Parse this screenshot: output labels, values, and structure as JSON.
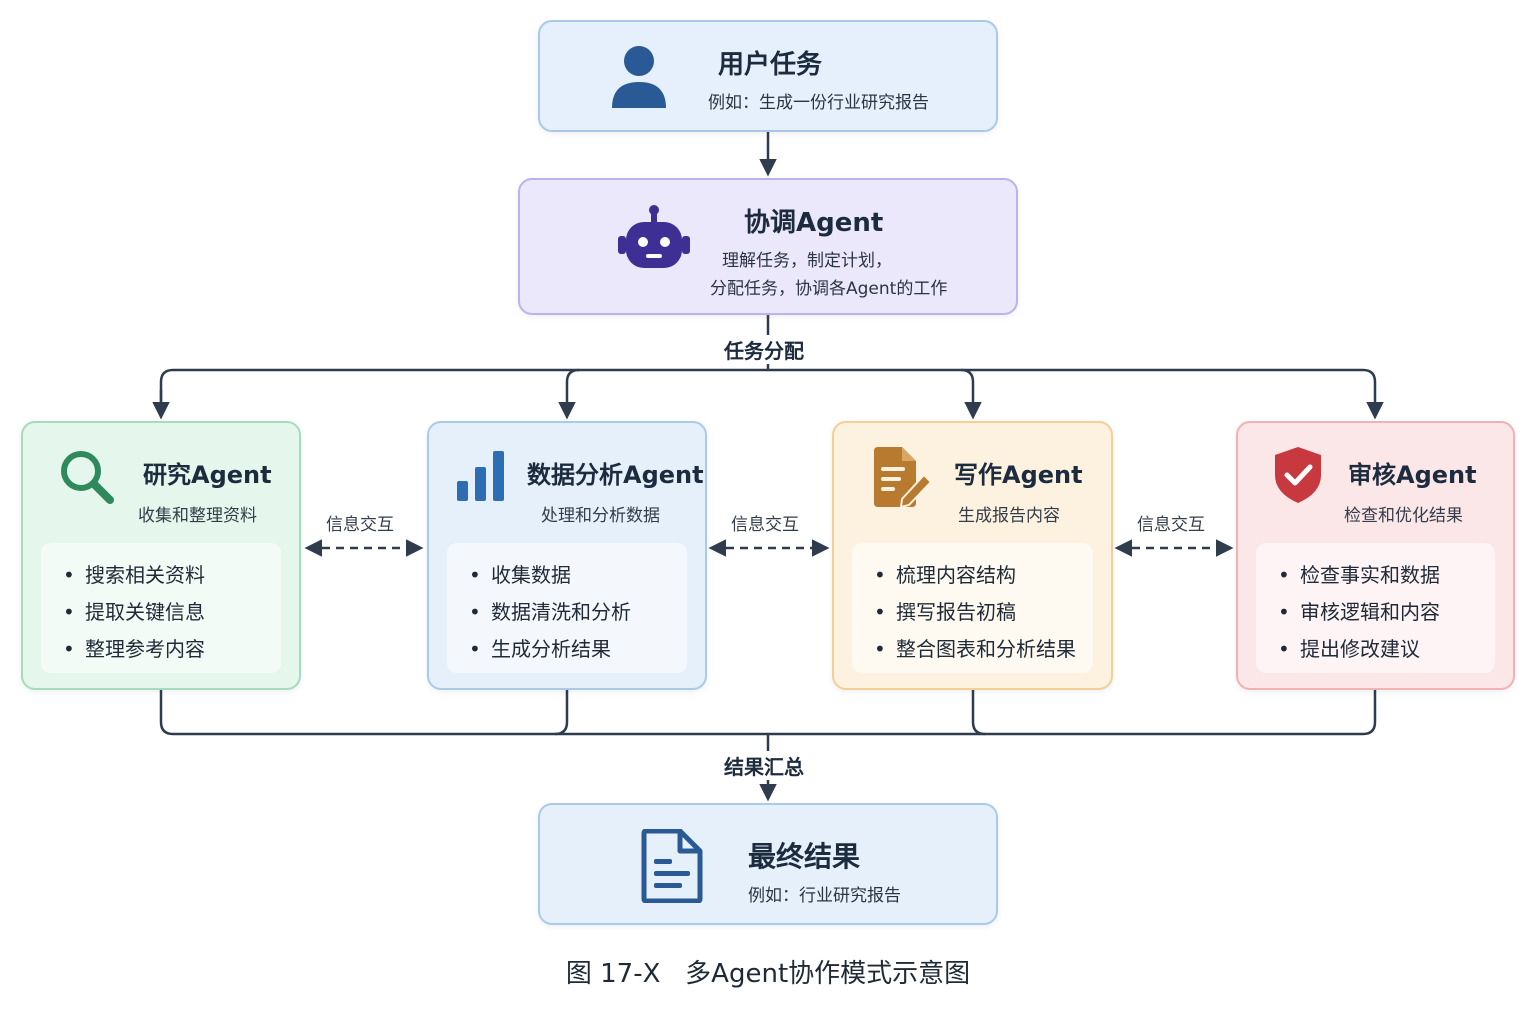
{
  "user_task": {
    "title": "用户任务",
    "subtitle": "例如：生成一份行业研究报告",
    "icon": "user-icon"
  },
  "coordinator": {
    "title": "协调Agent",
    "line1": "理解任务，制定计划，",
    "line2": "分配任务，协调各Agent的工作",
    "icon": "robot-icon"
  },
  "dispatch_label": "任务分配",
  "exchange_label": "信息交互",
  "agents": [
    {
      "title": "研究Agent",
      "subtitle": "收集和整理资料",
      "icon": "magnifier-icon",
      "color": "#2f8a5b",
      "tasks": [
        "搜索相关资料",
        "提取关键信息",
        "整理参考内容"
      ]
    },
    {
      "title": "数据分析Agent",
      "subtitle": "处理和分析数据",
      "icon": "bar-chart-icon",
      "color": "#2d6db3",
      "tasks": [
        "收集数据",
        "数据清洗和分析",
        "生成分析结果"
      ]
    },
    {
      "title": "写作Agent",
      "subtitle": "生成报告内容",
      "icon": "document-pen-icon",
      "color": "#b77a2e",
      "tasks": [
        "梳理内容结构",
        "撰写报告初稿",
        "整合图表和分析结果"
      ]
    },
    {
      "title": "审核Agent",
      "subtitle": "检查和优化结果",
      "icon": "shield-check-icon",
      "color": "#c8383f",
      "tasks": [
        "检查事实和数据",
        "审核逻辑和内容",
        "提出修改建议"
      ]
    }
  ],
  "collect_label": "结果汇总",
  "final_result": {
    "title": "最终结果",
    "subtitle": "例如：行业研究报告",
    "icon": "document-icon"
  },
  "caption": "图 17-X   多Agent协作模式示意图",
  "colors": {
    "user_bg": "#e6f0fc",
    "user_border": "#a9c8ea",
    "coord_bg": "#ece8fb",
    "coord_border": "#bdb2ec",
    "research_bg": "#e5f6ec",
    "research_border": "#a6dcbc",
    "data_bg": "#e6f0fb",
    "data_border": "#a9cbe9",
    "writing_bg": "#fdf2e0",
    "writing_border": "#f3cf95",
    "review_bg": "#fce7e8",
    "review_border": "#f1b1b5",
    "line": "#2e3c4e"
  }
}
